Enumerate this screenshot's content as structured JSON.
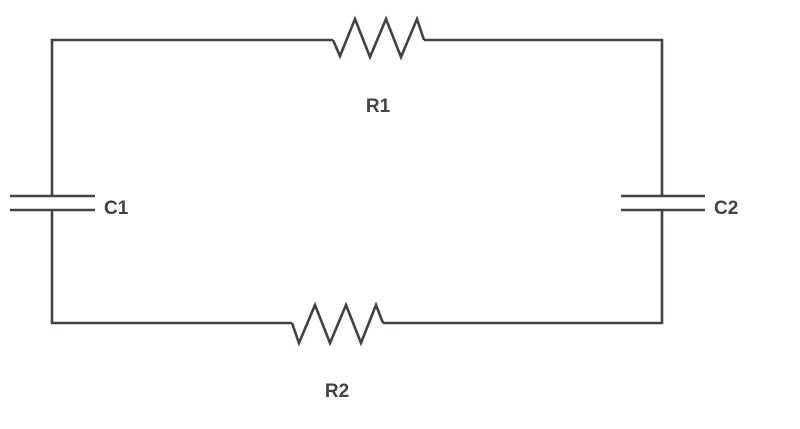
{
  "diagram": {
    "type": "circuit-schematic",
    "components": [
      {
        "id": "R1",
        "kind": "resistor",
        "label": "R1",
        "branch": "top"
      },
      {
        "id": "C2",
        "kind": "capacitor",
        "label": "C2",
        "branch": "right"
      },
      {
        "id": "R2",
        "kind": "resistor",
        "label": "R2",
        "branch": "bottom"
      },
      {
        "id": "C1",
        "kind": "capacitor",
        "label": "C1",
        "branch": "left"
      }
    ],
    "connections": [
      [
        "C1",
        "R1"
      ],
      [
        "R1",
        "C2"
      ],
      [
        "C2",
        "R2"
      ],
      [
        "R2",
        "C1"
      ]
    ],
    "colors": {
      "stroke": "#3e4349",
      "background": "#ffffff"
    }
  }
}
